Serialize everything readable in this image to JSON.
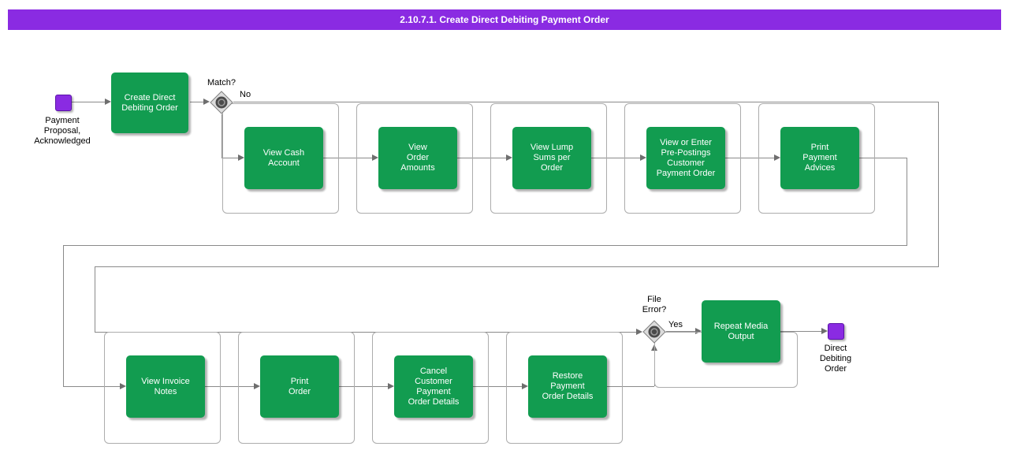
{
  "title": "2.10.7.1. Create Direct Debiting Payment Order",
  "colors": {
    "title_bg": "#8A2BE2",
    "activity_green": "#129C50",
    "event_purple": "#8A2BE2",
    "line_gray": "#8A8A8A"
  },
  "events": {
    "start_label": "Payment\nProposal,\nAcknowledged",
    "end_label": "Direct\nDebiting\nOrder"
  },
  "gateways": {
    "match_label": "Match?",
    "match_branch": "No",
    "file_error_label": "File\nError?",
    "file_error_branch": "Yes"
  },
  "activities": {
    "create_direct_debiting_order": "Create Direct\nDebiting Order",
    "view_cash_account": "View Cash\nAccount",
    "view_order_amounts": "View\nOrder\nAmounts",
    "view_lump_sums_per_order": "View Lump\nSums per\nOrder",
    "view_or_enter_pre_postings": "View or Enter\nPre-Postings\nCustomer\nPayment Order",
    "print_payment_advices": "Print\nPayment\nAdvices",
    "view_invoice_notes": "View Invoice\nNotes",
    "print_order": "Print\nOrder",
    "cancel_customer_payment_order_details": "Cancel\nCustomer\nPayment\nOrder Details",
    "restore_payment_order_details": "Restore\nPayment\nOrder Details",
    "repeat_media_output": "Repeat Media\nOutput"
  }
}
